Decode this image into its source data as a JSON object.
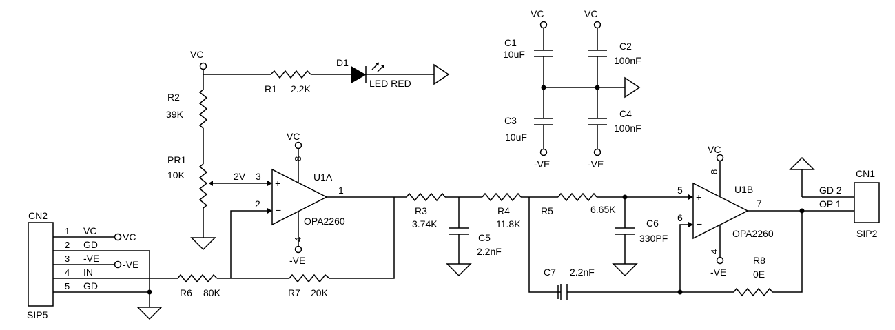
{
  "labels": {
    "vc": "VC",
    "neg_ve": "-VE",
    "d1": "D1",
    "led_red": "LED RED",
    "r1": "R1",
    "r1_val": "2.2K",
    "r2": "R2",
    "r2_val": "39K",
    "pr1": "PR1",
    "pr1_val": "10K",
    "v2": "2V",
    "pin3": "3",
    "pin2": "2",
    "pin1": "1",
    "pin8": "8",
    "pin4": "4",
    "pin5": "5",
    "pin6": "6",
    "pin7": "7",
    "u1a": "U1A",
    "u1b": "U1B",
    "opa": "OPA2260",
    "plus": "+",
    "minus": "−",
    "r3": "R3",
    "r3_val": "3.74K",
    "r4": "R4",
    "r4_val": "11.8K",
    "r5": "R5",
    "r5_val": "6.65K",
    "r6": "R6",
    "r6_val": "80K",
    "r7": "R7",
    "r7_val": "20K",
    "r8": "R8",
    "r8_val": "0E",
    "c1": "C1",
    "c1_val": "10uF",
    "c2": "C2",
    "c2_val": "100nF",
    "c3": "C3",
    "c3_val": "10uF",
    "c4": "C4",
    "c4_val": "100nF",
    "c5": "C5",
    "c5_val": "2.2nF",
    "c6": "C6",
    "c6_val": "330PF",
    "c7": "C7",
    "c7_val": "2.2nF",
    "cn1": "CN1",
    "sip2": "SIP2",
    "cn1_gd": "GD 2",
    "cn1_op": "OP 1",
    "cn2": "CN2",
    "sip5": "SIP5",
    "cn2_p1": "1",
    "cn2_p2": "2",
    "cn2_p3": "3",
    "cn2_p4": "4",
    "cn2_p5": "5",
    "cn2_vc": "VC",
    "cn2_gd": "GD",
    "cn2_ve": "-VE",
    "cn2_in": "IN",
    "cn2_gd5": "GD"
  }
}
